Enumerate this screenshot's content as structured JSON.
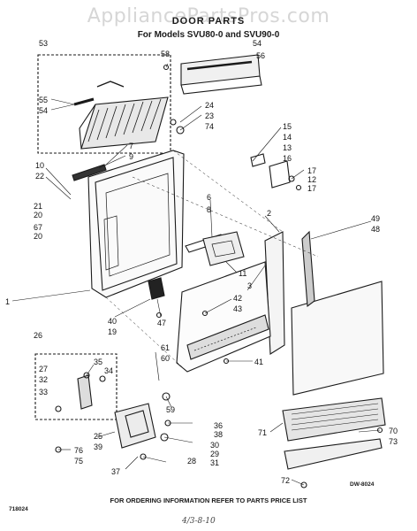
{
  "watermark": "AppliancePartsPros.com",
  "title": "DOOR PARTS",
  "subtitle": "For Models SVU80-0 and SVU90-0",
  "footer_note": "FOR ORDERING INFORMATION REFER TO PARTS PRICE LIST",
  "diagram_code": "DW-8024",
  "figure_code": "718024",
  "handwritten_note": "4/3-8-10",
  "callouts": [
    "53",
    "58",
    "54",
    "56",
    "55",
    "54",
    "24",
    "23",
    "74",
    "15",
    "14",
    "13",
    "16",
    "17",
    "12",
    "17",
    "7",
    "9",
    "10",
    "22",
    "21",
    "20",
    "67",
    "20",
    "6",
    "8",
    "2",
    "49",
    "48",
    "1",
    "11",
    "3",
    "42",
    "43",
    "40",
    "19",
    "47",
    "41",
    "61",
    "60",
    "26",
    "27",
    "35",
    "34",
    "32",
    "33",
    "59",
    "36",
    "38",
    "30",
    "29",
    "31",
    "71",
    "70",
    "73",
    "25",
    "39",
    "76",
    "75",
    "28",
    "37",
    "72"
  ]
}
